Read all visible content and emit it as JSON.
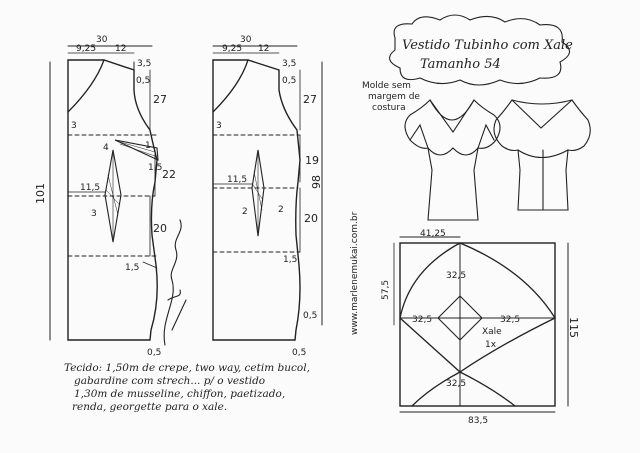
{
  "title": {
    "line1": "Vestido Tubinho com Xale",
    "line2": "Tamanho 54"
  },
  "molde_note": [
    "Molde sem",
    "margem de",
    "costura"
  ],
  "website": "www.marlenemukai.com.br",
  "signature": "Marlene Mukai",
  "front_pattern": {
    "width_top": "30",
    "neck_width": "9,25",
    "shoulder": "12",
    "shoulder_drop": "3,5",
    "neck_depth": "0,5",
    "armhole": "27",
    "total_length": "101",
    "dart_point": "3",
    "dart_width": "4",
    "dart_side": "1",
    "dart_depth": "1,5",
    "dart_vert": "22",
    "hip": "20",
    "waist_dart": "11,5",
    "waist_offset": "3",
    "hem_adj": "1,5",
    "hem": "0,5"
  },
  "back_pattern": {
    "width_top": "30",
    "neck_width": "9,25",
    "shoulder": "12",
    "shoulder_drop": "3,5",
    "neck_depth": "0,5",
    "armhole": "27",
    "total_length": "98",
    "dart_point": "3",
    "side": "19",
    "waist_dart": "11,5",
    "dart_width": "2",
    "dart_depth": "2",
    "hip": "20",
    "hem_adj": "1,5",
    "hem": "0,5",
    "bottom": "0,5"
  },
  "shawl_pattern": {
    "top_width": "41,25",
    "height": "115",
    "bottom_width": "83,5",
    "side_left": "57,5",
    "inner_top": "32,5",
    "left_half": "32,5",
    "right_half": "32,5",
    "inner_bottom": "32,5",
    "label": "Xale",
    "count": "1x"
  },
  "fabric_notes": [
    "Tecido: 1,50m de crepe, two way, cetim bucol,",
    "gabardine com strech... p/ o vestido",
    "1,30m   de musseline, chiffon, paetizado,",
    "renda, georgette  para o xale."
  ]
}
